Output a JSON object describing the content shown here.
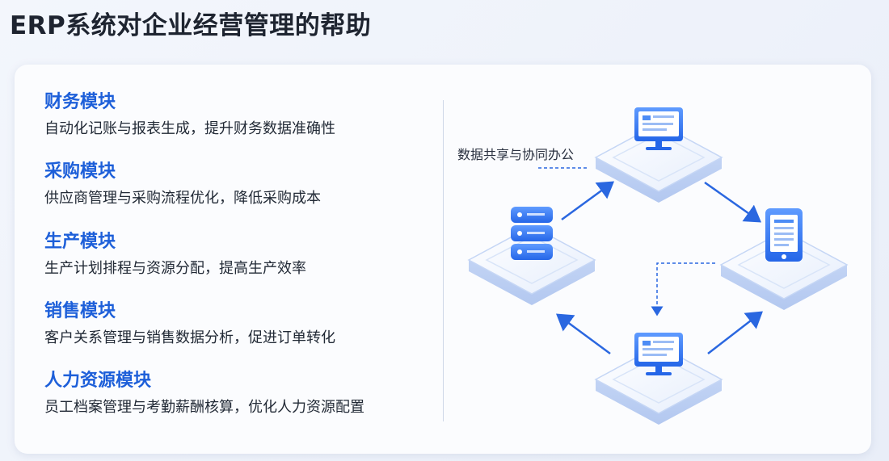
{
  "title": "ERP系统对企业经营管理的帮助",
  "modules": [
    {
      "name": "财务模块",
      "desc": "自动化记账与报表生成，提升财务数据准确性"
    },
    {
      "name": "采购模块",
      "desc": "供应商管理与采购流程优化，降低采购成本"
    },
    {
      "name": "生产模块",
      "desc": "生产计划排程与资源分配，提高生产效率"
    },
    {
      "name": "销售模块",
      "desc": "客户关系管理与销售数据分析，促进订单转化"
    },
    {
      "name": "人力资源模块",
      "desc": "员工档案管理与考勤薪酬核算，优化人力资源配置"
    }
  ],
  "diagram": {
    "share_label": "数据共享与协同办公",
    "nodes": [
      {
        "id": "top",
        "icon": "monitor-icon"
      },
      {
        "id": "left",
        "icon": "server-icon"
      },
      {
        "id": "right",
        "icon": "tablet-icon"
      },
      {
        "id": "bottom",
        "icon": "monitor-icon"
      }
    ]
  },
  "colors": {
    "accent": "#1d5fd9",
    "text": "#222a36",
    "title": "#1e2430"
  }
}
